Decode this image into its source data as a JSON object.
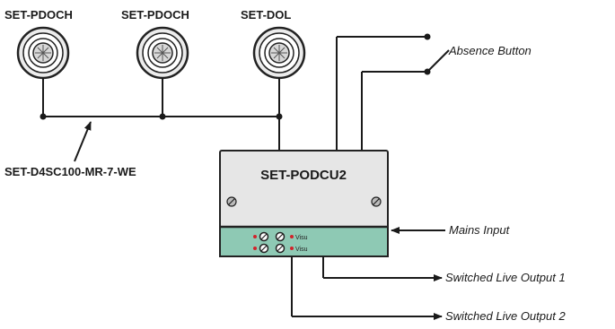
{
  "sensors": [
    {
      "label": "SET-PDOCH"
    },
    {
      "label": "SET-PDOCH"
    },
    {
      "label": "SET-DOL"
    }
  ],
  "cable_label": "SET-D4SC100-MR-7-WE",
  "unit": {
    "title": "SET-PODCU2",
    "indicator_labels": [
      "Visu",
      "Visu"
    ]
  },
  "annotations": {
    "absence_button": "Absence Button",
    "mains_input": "Mains Input",
    "output_1": "Switched Live Output 1",
    "output_2": "Switched Live Output 2"
  },
  "colors": {
    "unit_body": "#e6e6e6",
    "terminal_strip": "#8ec9b4",
    "led": "#d2232a"
  }
}
